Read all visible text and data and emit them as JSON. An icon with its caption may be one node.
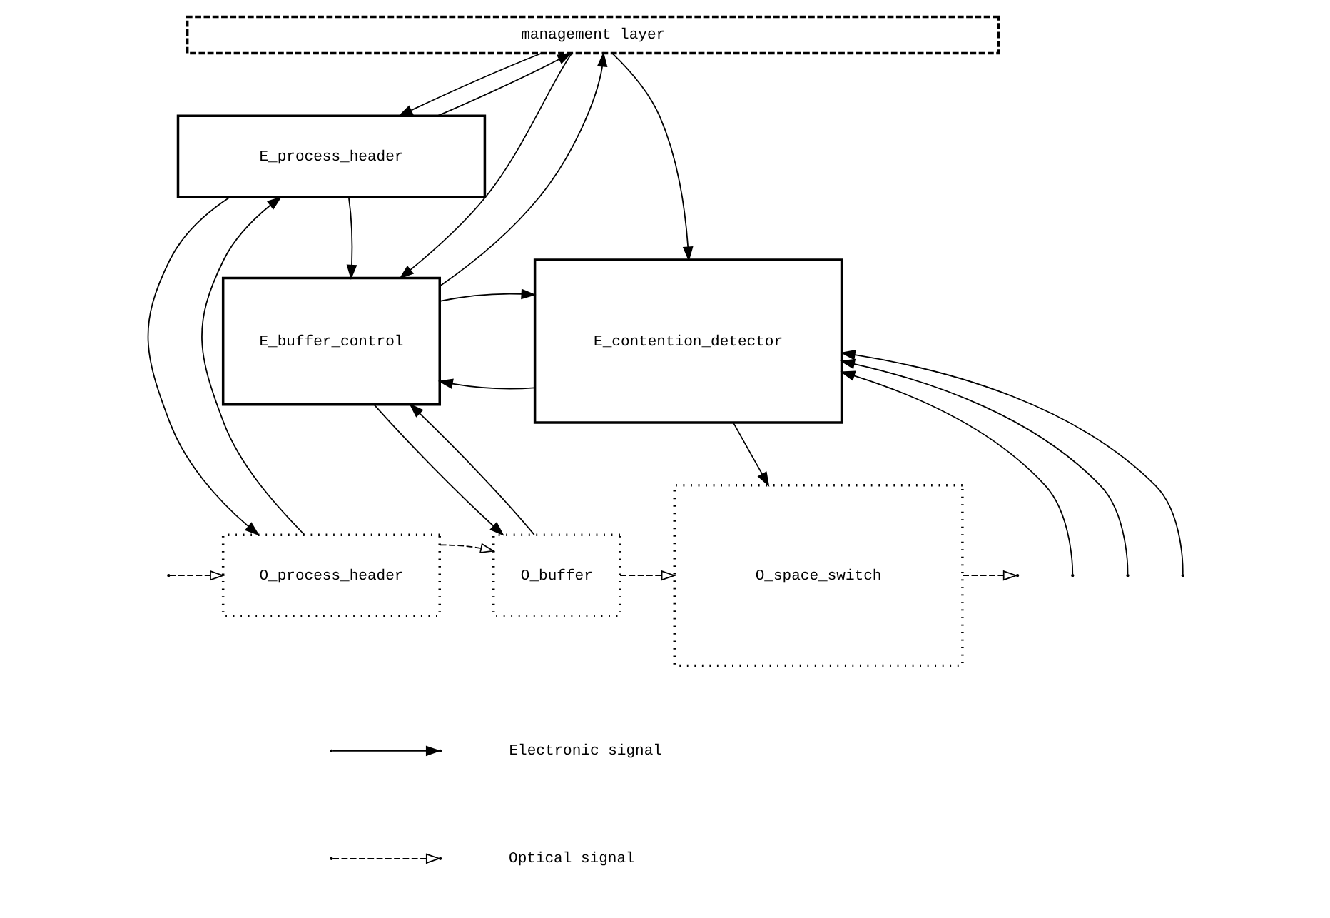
{
  "diagram": {
    "nodes": [
      {
        "text": [
          "management layer"
        ]
      },
      {
        "text": [
          "E_buffer_control"
        ]
      },
      {
        "text": [
          "E_contention_detector"
        ]
      },
      {
        "text": [
          "E_process_header"
        ]
      },
      {
        "text": [
          "O_process_header"
        ]
      },
      {
        "text": [
          "O_buffer"
        ]
      },
      {
        "text": [
          "O_space_switch"
        ]
      }
    ],
    "edges": [
      {
        "from": 0,
        "to": 3,
        "arrow": "to"
      },
      {
        "from": 3,
        "to": 0,
        "arrow": "to"
      },
      {
        "from": 0,
        "to": 1,
        "arrow": "to"
      },
      {
        "from": 1,
        "to": 0,
        "arrow": "to"
      },
      {
        "from": 0,
        "to": 2,
        "arrow": "to"
      },
      {
        "from": 2,
        "to": 1,
        "arrow": "to"
      },
      {
        "from": 1,
        "to": 2,
        "arrow": "to"
      },
      {
        "from": 3,
        "to": 1,
        "arrow": "to"
      },
      {
        "from": 1,
        "to": 5,
        "arrow": "to"
      },
      {
        "from": 5,
        "to": 1,
        "arrow": "to"
      },
      {
        "from": null,
        "to": 2,
        "arrow": "to"
      },
      {
        "from": null,
        "to": 2,
        "arrow": "to"
      },
      {
        "from": null,
        "to": 2,
        "arrow": "to"
      },
      {
        "from": 2,
        "to": 6,
        "arrow": "to"
      },
      {
        "from": 4,
        "to": 3,
        "arrow": "to"
      },
      {
        "from": 3,
        "to": 4,
        "arrow": "to"
      },
      {
        "from": null,
        "to": 4,
        "arrow": "to",
        "style": "dashed"
      },
      {
        "from": 4,
        "to": 5,
        "arrow": "to",
        "style": "dashed"
      },
      {
        "from": 5,
        "to": 6,
        "arrow": "to",
        "style": "dashed"
      },
      {
        "from": 6,
        "to": null,
        "arrow": "to",
        "style": "dashed"
      }
    ],
    "legend": [
      {
        "text": "Electronic signal"
      },
      {
        "text": "Optical signal"
      }
    ]
  }
}
